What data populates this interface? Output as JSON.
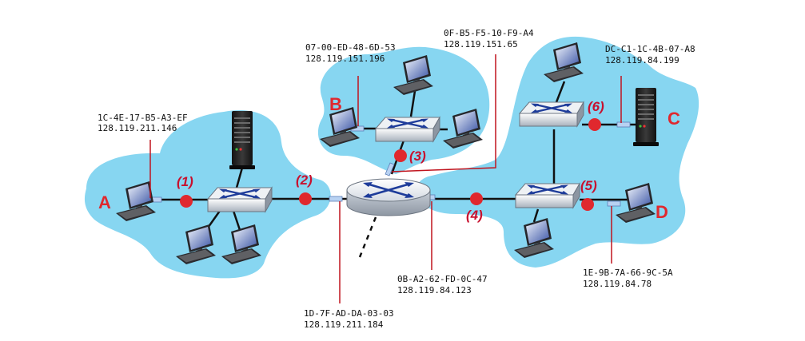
{
  "colors": {
    "subnet": "#87d6f1",
    "link": "#111111",
    "packet": "#e0282e",
    "host_label": "#e0282e",
    "pointer": "#c0141e",
    "switch_arrow": "#1e3c9a",
    "interface": "#b8d2f2"
  },
  "hosts": {
    "a": "A",
    "b": "B",
    "c": "C",
    "d": "D"
  },
  "points": {
    "p1": "(1)",
    "p2": "(2)",
    "p3": "(3)",
    "p4": "(4)",
    "p5": "(5)",
    "p6": "(6)"
  },
  "interfaces": {
    "a": {
      "mac": "1C-4E-17-B5-A3-EF",
      "ip": "128.119.211.146"
    },
    "b": {
      "mac": "07-00-ED-48-6D-53",
      "ip": "128.119.151.196"
    },
    "r2": {
      "mac": "0F-B5-F5-10-F9-A4",
      "ip": "128.119.151.65"
    },
    "c": {
      "mac": "DC-C1-1C-4B-07-A8",
      "ip": "128.119.84.199"
    },
    "r3": {
      "mac": "0B-A2-62-FD-0C-47",
      "ip": "128.119.84.123"
    },
    "d": {
      "mac": "1E-9B-7A-66-9C-5A",
      "ip": "128.119.84.78"
    },
    "r1": {
      "mac": "1D-7F-AD-DA-03-03",
      "ip": "128.119.211.184"
    }
  },
  "icons": [
    "computer-icon",
    "server-icon",
    "switch-icon",
    "router-icon"
  ]
}
